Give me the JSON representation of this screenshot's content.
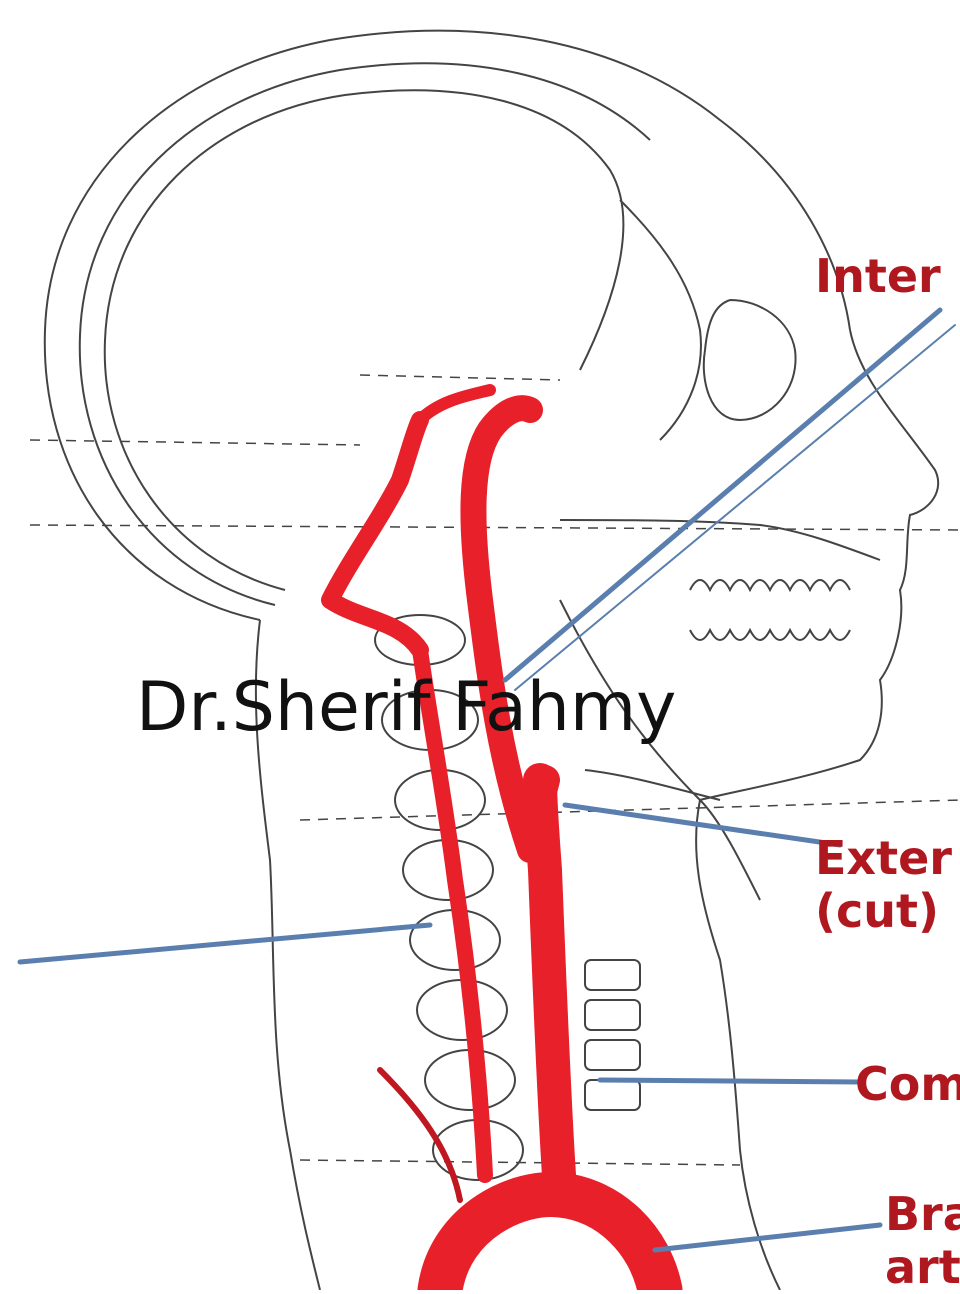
{
  "watermark": "Dr.Sherif Fahmy",
  "labels": {
    "internal": "Inter",
    "external_line1": "Exter",
    "external_line2": "(cut)",
    "common": "Com",
    "brachio_line1": "Bra",
    "brachio_line2": "art"
  },
  "colors": {
    "artery": "#e8202a",
    "label": "#b01820",
    "arrow": "#5a7fae",
    "linework": "#444444"
  }
}
